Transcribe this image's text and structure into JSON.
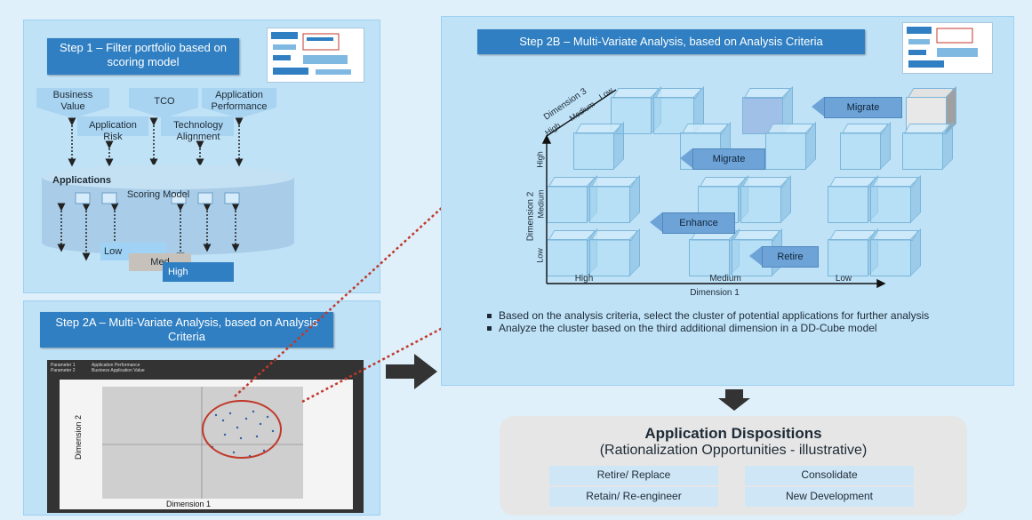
{
  "step1": {
    "header": "Step 1 – Filter portfolio based on scoring model",
    "criteria_top": [
      "Business Value",
      "TCO",
      "Application Performance"
    ],
    "criteria_mid": [
      "Application Risk",
      "Technology Alignment"
    ],
    "applications_label": "Applications",
    "scoring_model_label": "Scoring Model",
    "levels": [
      "Low",
      "Med",
      "High"
    ]
  },
  "step2a": {
    "header": "Step 2A – Multi-Variate Analysis, based on Analysis Criteria",
    "param1": "Parameter 1",
    "param2": "Parameter 2",
    "param1_val": "Application Performance",
    "param2_val": "Business Application Value",
    "xlabel": "Dimension 1",
    "ylabel": "Dimension 2"
  },
  "step2b": {
    "header": "Step 2B – Multi-Variate Analysis, based on Analysis Criteria",
    "dim1": "Dimension 1",
    "dim2": "Dimension 2",
    "dim3": "Dimension 3",
    "dim1_ticks": [
      "High",
      "Medium",
      "Low"
    ],
    "dim2_ticks": [
      "High",
      "Medium",
      "Low"
    ],
    "dim3_ticks": [
      "Low",
      "Medium",
      "High"
    ],
    "actions": [
      "Migrate",
      "Migrate",
      "Enhance",
      "Retire"
    ],
    "bullets": [
      "Based on the analysis criteria, select the cluster of potential applications for further analysis",
      "Analyze the cluster based on the third additional dimension in a DD-Cube model"
    ]
  },
  "dispositions": {
    "title": "Application Dispositions",
    "subtitle": "(Rationalization Opportunities - illustrative)",
    "items": [
      "Retire/ Replace",
      "Consolidate",
      "Retain/ Re-engineer",
      "New Development"
    ]
  },
  "colors": {
    "header_blue": "#2f7fc2",
    "panel": "#bfe2f7",
    "ellipse": "#c0392b"
  }
}
